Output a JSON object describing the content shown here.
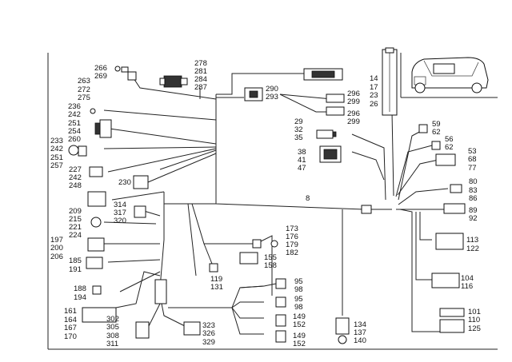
{
  "callouts": {
    "c266": [
      "266",
      "269"
    ],
    "c278": [
      "278",
      "281",
      "284",
      "287"
    ],
    "c263": [
      "263",
      "272",
      "275"
    ],
    "c290": [
      "290",
      "293"
    ],
    "c14": [
      "14",
      "17",
      "23",
      "26"
    ],
    "c236": [
      "236",
      "242"
    ],
    "c296a": [
      "296",
      "299"
    ],
    "c296b": [
      "296",
      "299"
    ],
    "c251": [
      "251",
      "254",
      "260"
    ],
    "c29": [
      "29",
      "32",
      "35"
    ],
    "c59": [
      "59",
      "62"
    ],
    "c56": [
      "56",
      "62"
    ],
    "c233": [
      "233",
      "242",
      "251",
      "257"
    ],
    "c38": [
      "38",
      "41",
      "47"
    ],
    "c53": [
      "53",
      "68",
      "77"
    ],
    "c227": [
      "227",
      "242",
      "248"
    ],
    "c230": [
      "230"
    ],
    "c80": [
      "80",
      "83",
      "86"
    ],
    "c8": [
      "8"
    ],
    "c314": [
      "314",
      "317",
      "320"
    ],
    "c209": [
      "209",
      "215",
      "221",
      "224"
    ],
    "c89": [
      "89",
      "92"
    ],
    "c173": [
      "173",
      "176",
      "179",
      "182"
    ],
    "c197": [
      "197",
      "200",
      "206"
    ],
    "c113": [
      "113",
      "122"
    ],
    "c185": [
      "185",
      "191"
    ],
    "c155": [
      "155",
      "158"
    ],
    "c119": [
      "119",
      "131"
    ],
    "c104": [
      "104",
      "116"
    ],
    "c95a": [
      "95",
      "98"
    ],
    "c188": [
      "188",
      "194"
    ],
    "c95b": [
      "95",
      "98"
    ],
    "c101": [
      "101",
      "110",
      "125"
    ],
    "c161": [
      "161",
      "164",
      "167",
      "170"
    ],
    "c302": [
      "302",
      "305",
      "308",
      "311"
    ],
    "c149a": [
      "149",
      "152"
    ],
    "c134": [
      "134",
      "137",
      "140"
    ],
    "c323": [
      "323",
      "326",
      "329"
    ],
    "c149b": [
      "149",
      "152"
    ]
  }
}
